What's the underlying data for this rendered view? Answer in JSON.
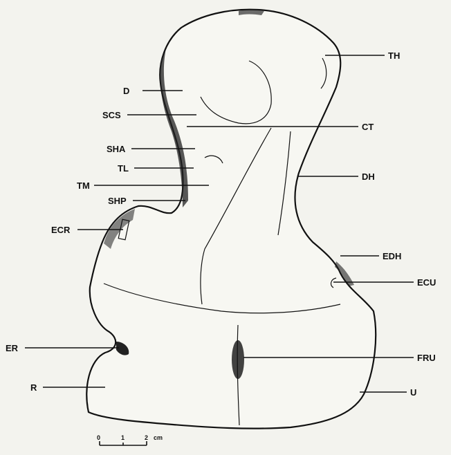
{
  "labels": {
    "TH": "TH",
    "D": "D",
    "SCS": "SCS",
    "CT": "CT",
    "SHA": "SHA",
    "TL": "TL",
    "DH": "DH",
    "TM": "TM",
    "SHP": "SHP",
    "ECR": "ECR",
    "EDH": "EDH",
    "ECU": "ECU",
    "ER": "ER",
    "FRU": "FRU",
    "R": "R",
    "U": "U"
  },
  "scale_bar": {
    "tick_0": "0",
    "tick_1": "1",
    "tick_2": "2",
    "unit": "cm"
  }
}
